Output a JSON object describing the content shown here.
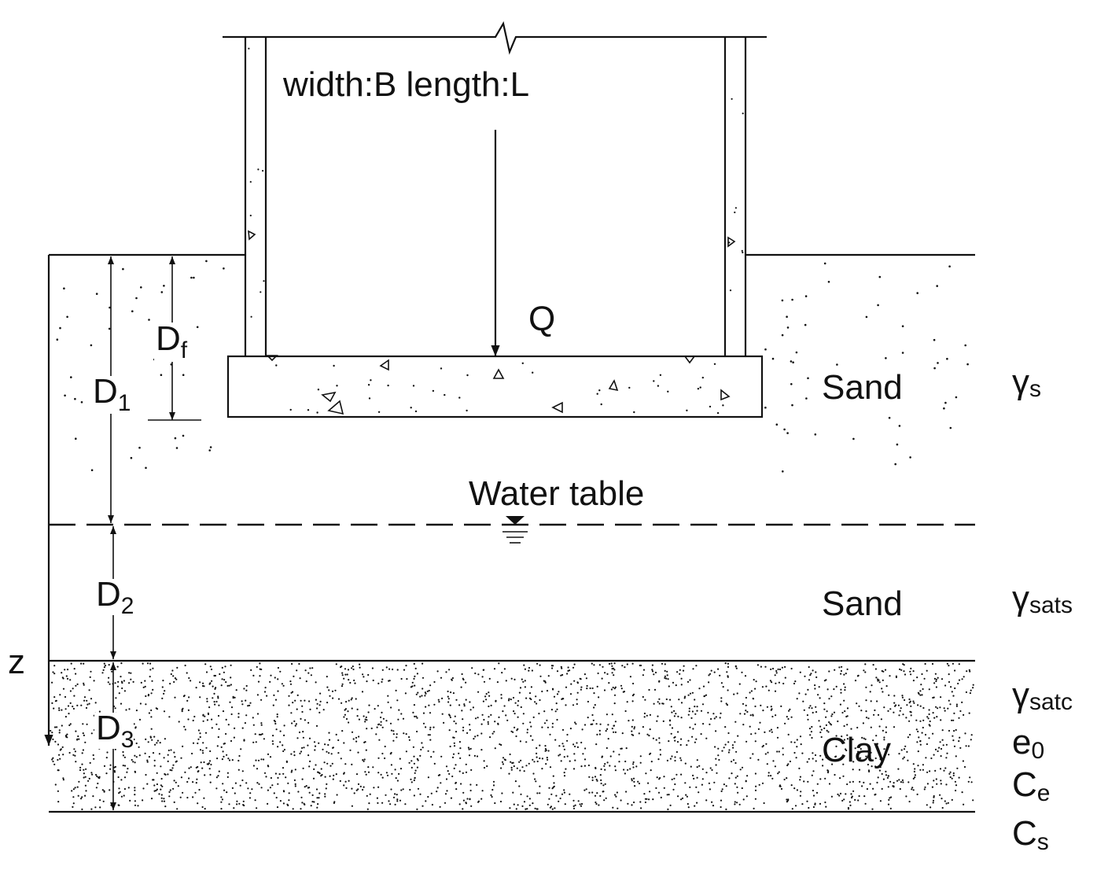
{
  "footing": {
    "dimensions_label": "width:B length:L",
    "load_label": "Q",
    "embedment": {
      "main": "D",
      "sub": "f"
    }
  },
  "depths": [
    {
      "main": "D",
      "sub": "1"
    },
    {
      "main": "D",
      "sub": "2"
    },
    {
      "main": "D",
      "sub": "3"
    }
  ],
  "axis_label": "z",
  "water_table_label": "Water table",
  "layers": [
    {
      "name": "Sand",
      "params": [
        {
          "main": "γ",
          "sub": "s"
        }
      ]
    },
    {
      "name": "Sand",
      "params": [
        {
          "main": "γ",
          "sub": "sats"
        }
      ]
    },
    {
      "name": "Clay",
      "params": [
        {
          "main": "γ",
          "sub": "satc"
        },
        {
          "main": "e",
          "sub": "0"
        },
        {
          "main": "C",
          "sub": "e"
        },
        {
          "main": "C",
          "sub": "s"
        }
      ]
    }
  ]
}
